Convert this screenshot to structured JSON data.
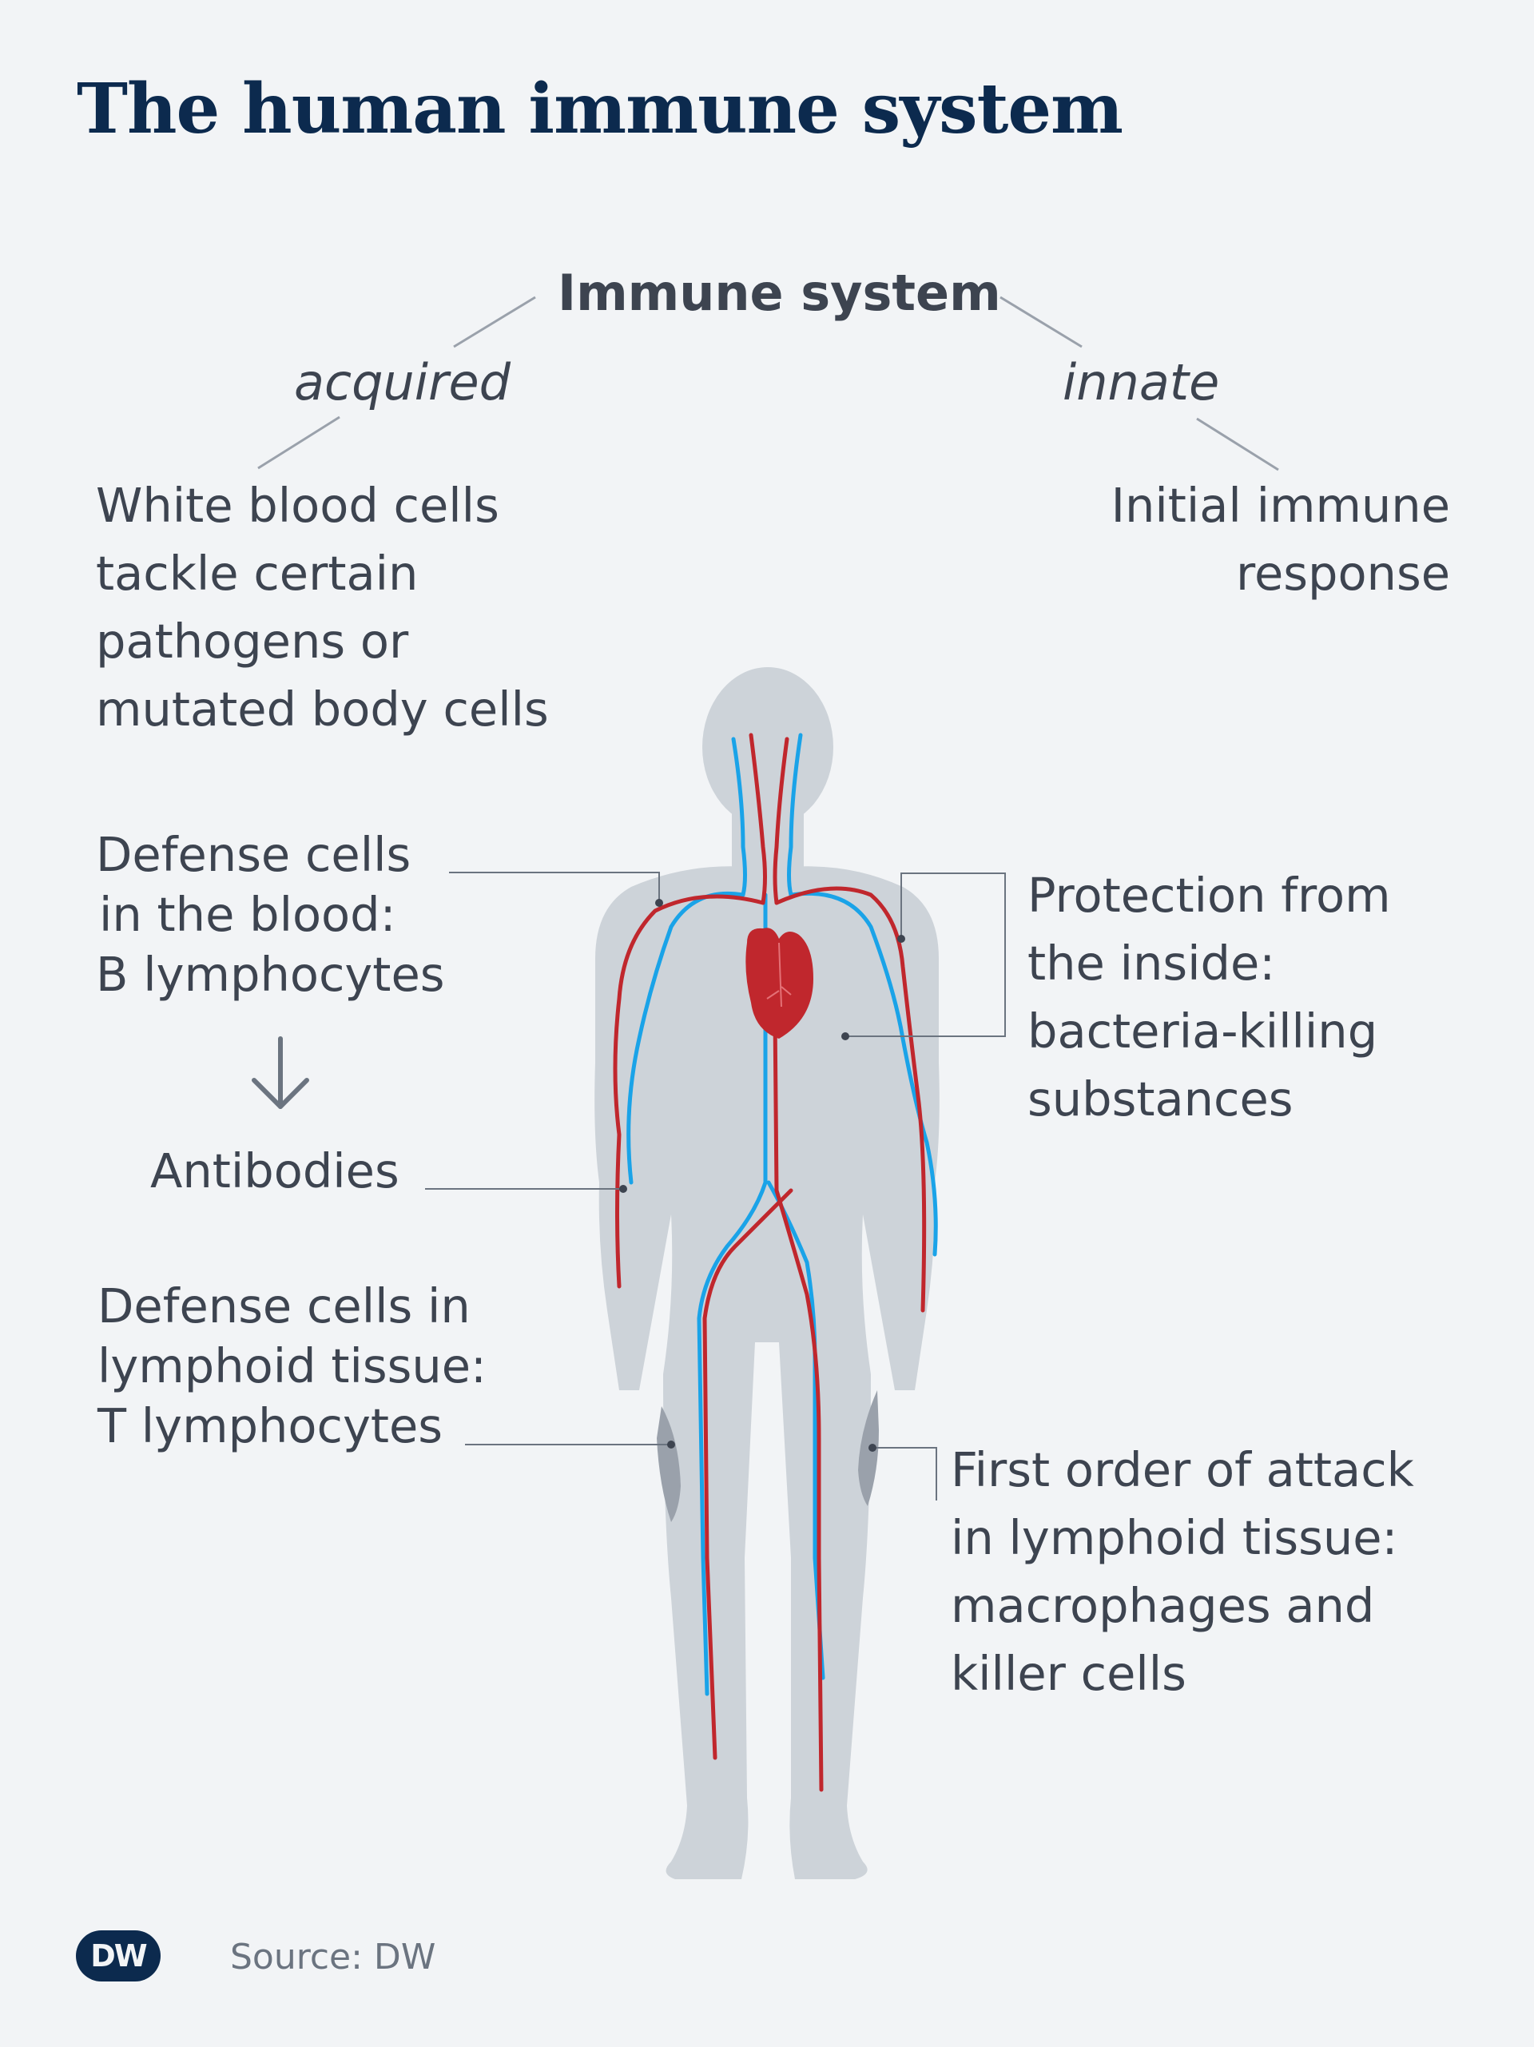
{
  "title": "The human immune system",
  "tree": {
    "root": "Immune system",
    "left_branch": "acquired",
    "right_branch": "innate",
    "left_desc": [
      "White blood cells",
      "tackle certain",
      "pathogens or",
      "mutated body cells"
    ],
    "right_desc": [
      "Initial immune",
      "response"
    ]
  },
  "labels": {
    "b_cells": [
      "Defense cells",
      "in the blood:",
      "B lymphocytes"
    ],
    "arrow": "down-arrow-icon",
    "antibodies": "Antibodies",
    "t_cells": [
      "Defense cells in",
      "lymphoid tissue:",
      "T lymphocytes"
    ],
    "protection": [
      "Protection from",
      "the inside:",
      "bacteria-killing",
      "substances"
    ],
    "first_order": [
      "First order of attack",
      "in lymphoid tissue:",
      "macrophages and",
      "killer cells"
    ]
  },
  "source": "Source: DW",
  "logo_text": "DW",
  "colors": {
    "title": "#0c2a4e",
    "body": "#cdd3d9",
    "artery": "#c0272d",
    "vein": "#1aa3e8",
    "lymph": "#9aa1ab",
    "leader": "#6b7480"
  }
}
